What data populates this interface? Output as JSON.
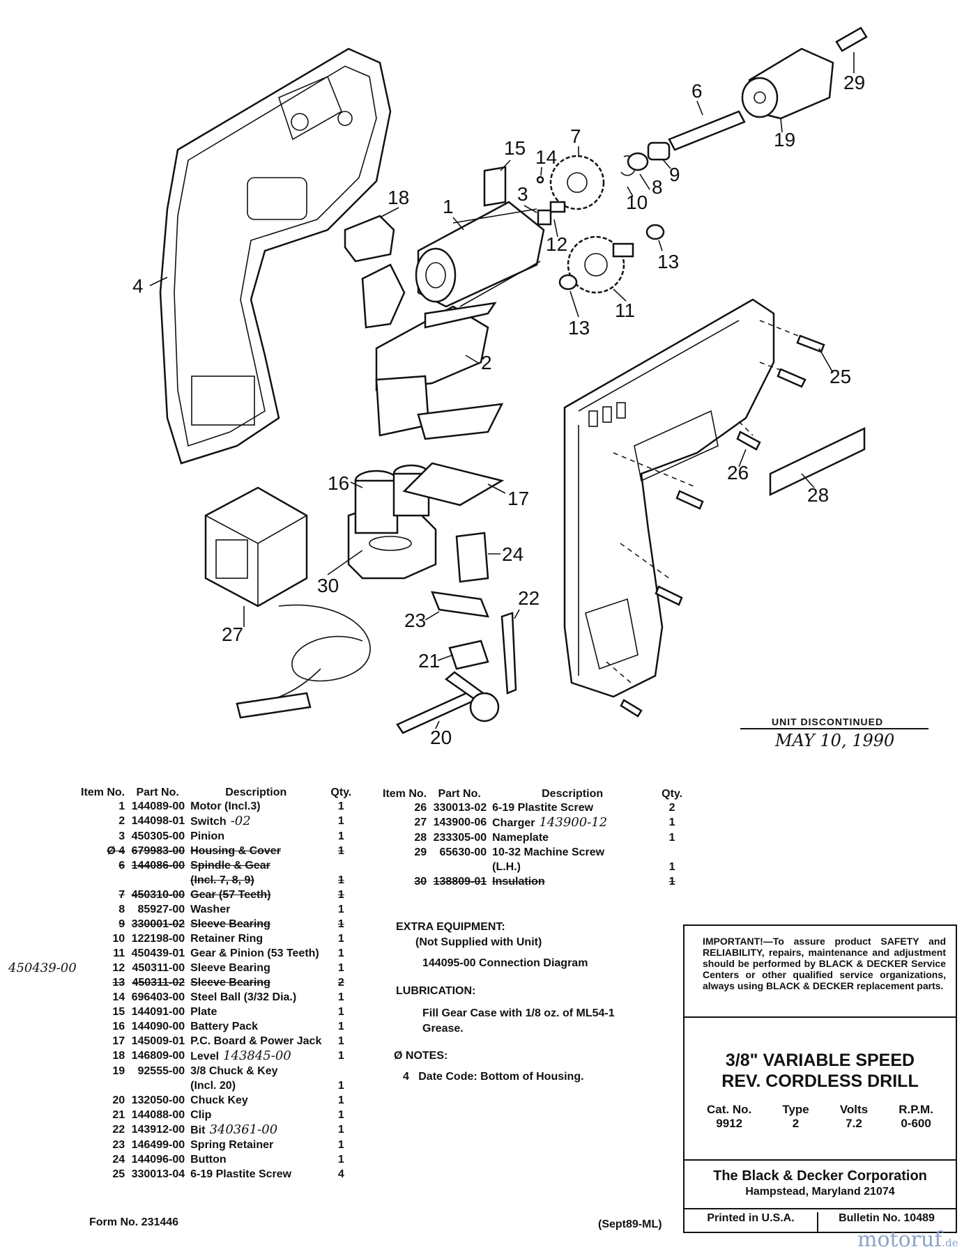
{
  "callouts": {
    "c1": "1",
    "c2": "2",
    "c3": "3",
    "c4": "4",
    "c6": "6",
    "c7": "7",
    "c8": "8",
    "c9": "9",
    "c10": "10",
    "c11": "11",
    "c12": "12",
    "c13a": "13",
    "c13b": "13",
    "c14": "14",
    "c15": "15",
    "c16": "16",
    "c17": "17",
    "c18": "18",
    "c19": "19",
    "c20": "20",
    "c21": "21",
    "c22": "22",
    "c23": "23",
    "c24": "24",
    "c25": "25",
    "c26": "26",
    "c27": "27",
    "c28": "28",
    "c29": "29",
    "c30": "30"
  },
  "discontinued": {
    "stamp": "UNIT DISCONTINUED",
    "date": "MAY 10, 1990"
  },
  "table_headers": {
    "item": "Item No.",
    "part": "Part No.",
    "description": "Description",
    "qty": "Qty."
  },
  "parts_left": [
    {
      "item": "1",
      "part": "144089-00",
      "desc": "Motor (Incl.3)",
      "qty": "1"
    },
    {
      "item": "2",
      "part": "144098-01",
      "desc": "Switch",
      "note": "-02",
      "qty": "1"
    },
    {
      "item": "3",
      "part": "450305-00",
      "desc": "Pinion",
      "qty": "1"
    },
    {
      "item": "Ø 4",
      "part": "679983-00",
      "desc": "Housing & Cover",
      "qty": "1",
      "struck": true
    },
    {
      "item": "6",
      "part": "144086-00",
      "desc": "Spindle & Gear",
      "qty": "",
      "struck": true
    },
    {
      "item": "",
      "part": "",
      "desc": "(Incl. 7, 8, 9)",
      "qty": "1",
      "struck": true
    },
    {
      "item": "7",
      "part": "450310-00",
      "desc": "Gear (57 Teeth)",
      "qty": "1",
      "struck": true
    },
    {
      "item": "8",
      "part": "85927-00",
      "desc": "Washer",
      "qty": "1"
    },
    {
      "item": "9",
      "part": "330001-02",
      "desc": "Sleeve Bearing",
      "qty": "1",
      "struck": true
    },
    {
      "item": "10",
      "part": "122198-00",
      "desc": "Retainer Ring",
      "qty": "1"
    },
    {
      "item": "11",
      "part": "450439-01",
      "desc": "Gear & Pinion (53 Teeth)",
      "qty": "1"
    },
    {
      "item": "12",
      "part": "450311-00",
      "desc": "Sleeve Bearing",
      "qty": "1"
    },
    {
      "item": "13",
      "part": "450311-02",
      "desc": "Sleeve Bearing",
      "qty": "2",
      "struck": true
    },
    {
      "item": "14",
      "part": "696403-00",
      "desc": "Steel Ball (3/32 Dia.)",
      "qty": "1"
    },
    {
      "item": "15",
      "part": "144091-00",
      "desc": "Plate",
      "qty": "1"
    },
    {
      "item": "16",
      "part": "144090-00",
      "desc": "Battery Pack",
      "qty": "1"
    },
    {
      "item": "17",
      "part": "145009-01",
      "desc": "P.C. Board & Power Jack",
      "qty": "1"
    },
    {
      "item": "18",
      "part": "146809-00",
      "desc": "Level",
      "note": "143845-00",
      "qty": "1"
    },
    {
      "item": "19",
      "part": "92555-00",
      "desc": "3/8 Chuck & Key",
      "qty": ""
    },
    {
      "item": "",
      "part": "",
      "desc": "(Incl. 20)",
      "qty": "1"
    },
    {
      "item": "20",
      "part": "132050-00",
      "desc": "Chuck Key",
      "qty": "1"
    },
    {
      "item": "21",
      "part": "144088-00",
      "desc": "Clip",
      "qty": "1"
    },
    {
      "item": "22",
      "part": "143912-00",
      "desc": "Bit",
      "note": "340361-00",
      "qty": "1"
    },
    {
      "item": "23",
      "part": "146499-00",
      "desc": "Spring Retainer",
      "qty": "1"
    },
    {
      "item": "24",
      "part": "144096-00",
      "desc": "Button",
      "qty": "1"
    },
    {
      "item": "25",
      "part": "330013-04",
      "desc": "6-19 Plastite Screw",
      "qty": "4"
    }
  ],
  "margin_note": "450439-00",
  "parts_right": [
    {
      "item": "26",
      "part": "330013-02",
      "desc": "6-19 Plastite Screw",
      "qty": "2"
    },
    {
      "item": "27",
      "part": "143900-06",
      "desc": "Charger",
      "note": "143900-12",
      "qty": "1"
    },
    {
      "item": "28",
      "part": "233305-00",
      "desc": "Nameplate",
      "qty": "1"
    },
    {
      "item": "29",
      "part": "65630-00",
      "desc": "10-32 Machine Screw",
      "qty": ""
    },
    {
      "item": "",
      "part": "",
      "desc": "(L.H.)",
      "qty": "1"
    },
    {
      "item": "30",
      "part": "138809-01",
      "desc": "Insulation",
      "qty": "1",
      "struck": true
    }
  ],
  "extra": {
    "heading": "EXTRA EQUIPMENT:",
    "sub": "(Not Supplied with Unit)",
    "item": "144095-00  Connection Diagram"
  },
  "lubrication": {
    "heading": "LUBRICATION:",
    "line1": "Fill Gear Case with 1/8 oz. of ML54-1",
    "line2": "Grease."
  },
  "notes": {
    "heading": "Ø NOTES:",
    "line": "4   Date Code: Bottom of Housing."
  },
  "important": "IMPORTANT!—To assure product SAFETY and RELIABILITY, repairs, maintenance and adjustment should be performed by BLACK & DECKER Service Centers or other qualified service organizations, always using BLACK & DECKER replacement parts.",
  "product": {
    "title1": "3/8\" VARIABLE SPEED",
    "title2": "REV. CORDLESS DRILL",
    "cat_label": "Cat. No.",
    "cat": "9912",
    "type_label": "Type",
    "type": "2",
    "volts_label": "Volts",
    "volts": "7.2",
    "rpm_label": "R.P.M.",
    "rpm": "0-600"
  },
  "company": {
    "name": "The Black & Decker Corporation",
    "address": "Hampstead, Maryland 21074"
  },
  "footer": {
    "printed": "Printed in U.S.A.",
    "bulletin": "Bulletin No. 10489",
    "form": "Form No. 231446",
    "date_code": "(Sept89-ML)"
  },
  "watermark": {
    "main": "motoruf",
    "suffix": ".de"
  }
}
